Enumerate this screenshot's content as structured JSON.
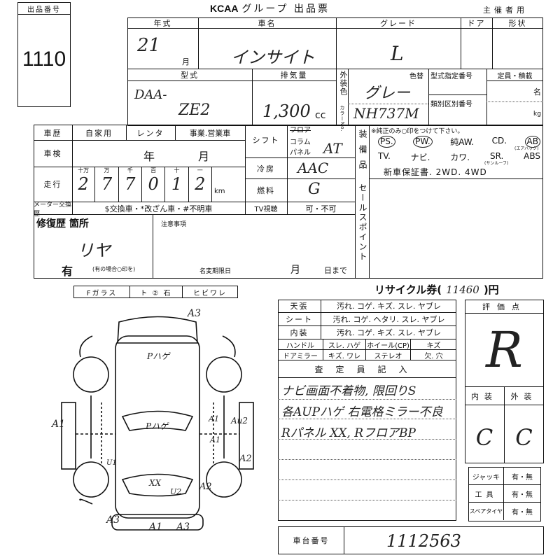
{
  "lot": {
    "label": "出品番号",
    "value": "1110"
  },
  "header": {
    "title_brand": "KCAA",
    "title": "グループ 出品票",
    "organizer": "主催者用"
  },
  "vehicle": {
    "year_label": "年式",
    "year": "21",
    "month_unit": "月",
    "name_label": "車名",
    "name": "インサイト",
    "grade_label": "グレード",
    "grade": "L",
    "door_label": "ドア",
    "shape_label": "形状",
    "model_label": "型式",
    "model_prefix": "DAA-",
    "model": "ZE2",
    "displacement_label": "排気量",
    "displacement": "1,300",
    "displacement_unit": "cc",
    "exterior_label": "外装色",
    "color_no_label": "カラーNo.",
    "color_change_label": "色替",
    "color": "グレー",
    "color_no": "NH737M",
    "type_designation_label": "型式指定番号",
    "category_label": "類別区別番号",
    "capacity_label": "定員・積載",
    "persons_unit": "名",
    "kg_unit": "kg"
  },
  "history": {
    "label": "車歴",
    "options": [
      "自家用",
      "レンタ",
      "事業.営業車"
    ]
  },
  "inspection": {
    "label": "車検",
    "year_unit": "年",
    "month_unit": "月"
  },
  "mileage": {
    "label": "走行",
    "digit_labels": [
      "十万",
      "万",
      "千",
      "百",
      "十",
      "一"
    ],
    "digits": [
      "2",
      "7",
      "7",
      "0",
      "1",
      "2"
    ],
    "unit": "km"
  },
  "meter": {
    "label": "メーター交換歴",
    "options": "$交換車・*改ざん車・#不明車"
  },
  "shift": {
    "label": "シフト",
    "options": [
      "フロア",
      "コラム",
      "パネル"
    ],
    "value": "AT"
  },
  "ac": {
    "label": "冷房",
    "value": "AAC"
  },
  "fuel": {
    "label": "燃料",
    "value": "G"
  },
  "tv": {
    "label": "TV視聴",
    "options": "可・不可"
  },
  "equipment": {
    "label": "装備品",
    "note": "※純正のみ○印をつけて下さい。",
    "row1": [
      "PS.",
      "PW.",
      "純AW.",
      "CD.",
      "AB"
    ],
    "ab_note": "(エアバック)",
    "row2": [
      "TV.",
      "ナビ.",
      "カワ.",
      "SR.",
      "ABS"
    ],
    "sr_note": "(サンルーフ)",
    "row3": "新車保証書. 2WD. 4WD"
  },
  "sales_point": {
    "label": "セールスポイント"
  },
  "repair": {
    "label": "修復歴 箇所",
    "location": "リヤ",
    "has": "有",
    "note": "(有の場合○印を)"
  },
  "notes": {
    "label": "注意事項",
    "deadline_label": "名変期限日",
    "month_unit": "月",
    "day_unit": "日まで"
  },
  "glass": {
    "cells": [
      "Fガラス",
      "ト ② 石",
      "ヒビワレ"
    ]
  },
  "recycle": {
    "label": "リサイクル券(",
    "value": "11460",
    "unit": ")円"
  },
  "interior_checks": [
    {
      "label": "天張",
      "options": "汚れ. コゲ. キズ. スレ. ヤブレ"
    },
    {
      "label": "シート",
      "options": "汚れ. コゲ. ヘタリ. スレ. ヤブレ"
    },
    {
      "label": "内装",
      "options": "汚れ. コゲ. キズ. スレ. ヤブレ"
    }
  ],
  "small_checks": [
    {
      "label": "ハンドル",
      "options": "スレ. ハゲ",
      "label2": "ホイール(CP)",
      "options2": "キズ"
    },
    {
      "label": "ドアミラー",
      "options": "キズ. ワレ",
      "label2": "ステレオ",
      "options2": "欠. 穴"
    }
  ],
  "inspector": {
    "label": "査定員記入",
    "lines": [
      "ナビ画面不着物, 限回りS",
      "各AUPハゲ 右電格ミラー不良",
      "Rパネル XX, RフロアBP"
    ]
  },
  "score": {
    "label": "評価点",
    "value": "R",
    "interior_label": "内装",
    "exterior_label": "外装",
    "interior": "C",
    "exterior": "C"
  },
  "accessories": [
    {
      "label": "ジャッキ",
      "options": "有・無"
    },
    {
      "label": "工具",
      "options": "有・無"
    },
    {
      "label": "スペアタイヤ",
      "options": "有・無"
    }
  ],
  "chassis": {
    "label": "車台番号",
    "value": "1112563"
  },
  "diagram_marks": [
    "A3",
    "Pハゲ",
    "Pハゲ",
    "A1",
    "A1",
    "Au2",
    "A1",
    "A2",
    "U1",
    "XX",
    "A2",
    "U2",
    "A3",
    "A1",
    "A3"
  ]
}
